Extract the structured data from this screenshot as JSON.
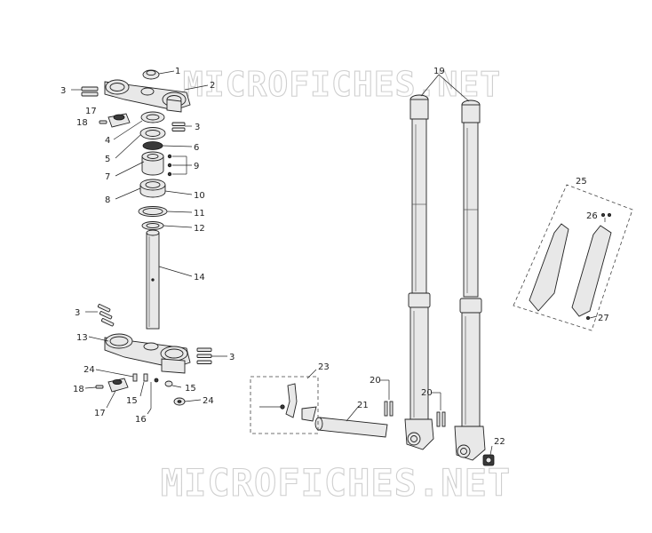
{
  "watermark": {
    "top": "MICROFICHES.NET",
    "bottom": "MICROFICHES.NET"
  },
  "callouts": {
    "c1": "1",
    "c2": "2",
    "c3a": "3",
    "c3b": "3",
    "c3c": "3",
    "c3d": "3",
    "c4": "4",
    "c5": "5",
    "c6": "6",
    "c7": "7",
    "c8": "8",
    "c9": "9",
    "c10": "10",
    "c11": "11",
    "c12": "12",
    "c13": "13",
    "c14": "14",
    "c15a": "15",
    "c15b": "15",
    "c16": "16",
    "c17a": "17",
    "c17b": "17",
    "c18a": "18",
    "c18b": "18",
    "c19": "19",
    "c20a": "20",
    "c20b": "20",
    "c21": "21",
    "c22": "22",
    "c23": "23",
    "c24a": "24",
    "c24b": "24",
    "c25": "25",
    "c26": "26",
    "c27": "27"
  }
}
